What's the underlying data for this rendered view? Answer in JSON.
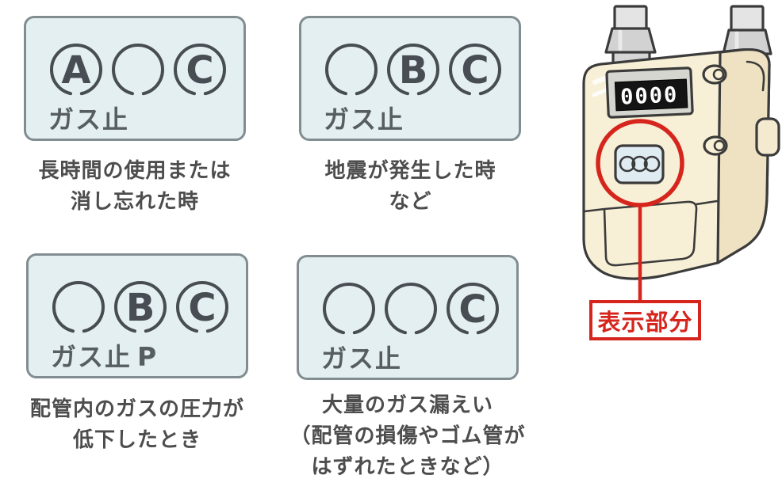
{
  "panels": [
    {
      "id": "long-use",
      "lamps": [
        "A",
        "",
        "C"
      ],
      "status_label": "ガス止",
      "suffix": "",
      "caption_lines": [
        "長時間の使用または",
        "消し忘れた時",
        ""
      ]
    },
    {
      "id": "earthquake",
      "lamps": [
        "",
        "B",
        "C"
      ],
      "status_label": "ガス止",
      "suffix": "",
      "caption_lines": [
        "地震が発生した時",
        "など",
        ""
      ]
    },
    {
      "id": "pressure-drop",
      "lamps": [
        "",
        "B",
        "C"
      ],
      "status_label": "ガス止",
      "suffix": "P",
      "caption_lines": [
        "配管内のガスの圧力が",
        "低下したとき",
        ""
      ]
    },
    {
      "id": "gas-leak",
      "lamps": [
        "",
        "",
        "C"
      ],
      "status_label": "ガス止",
      "suffix": "",
      "caption_lines": [
        "大量のガス漏えい",
        "（配管の損傷やゴム管が",
        "はずれたときなど）"
      ]
    }
  ],
  "meter": {
    "counter_value": "0000",
    "callout_label": "表示部分"
  },
  "colors": {
    "panel_bg": "#e4eff2",
    "panel_border": "#828d91",
    "lamp_stroke": "#474d52",
    "status_text": "#575e62",
    "caption_text": "#4d4d4d",
    "annotation_red": "#d5251d",
    "meter_body": "#f8f0d6",
    "meter_body_shade": "#eee2c2",
    "pipe_gray": "#dcdcdc",
    "counter_bg": "#141414",
    "lamp_panel_bg": "#dfedf2"
  }
}
